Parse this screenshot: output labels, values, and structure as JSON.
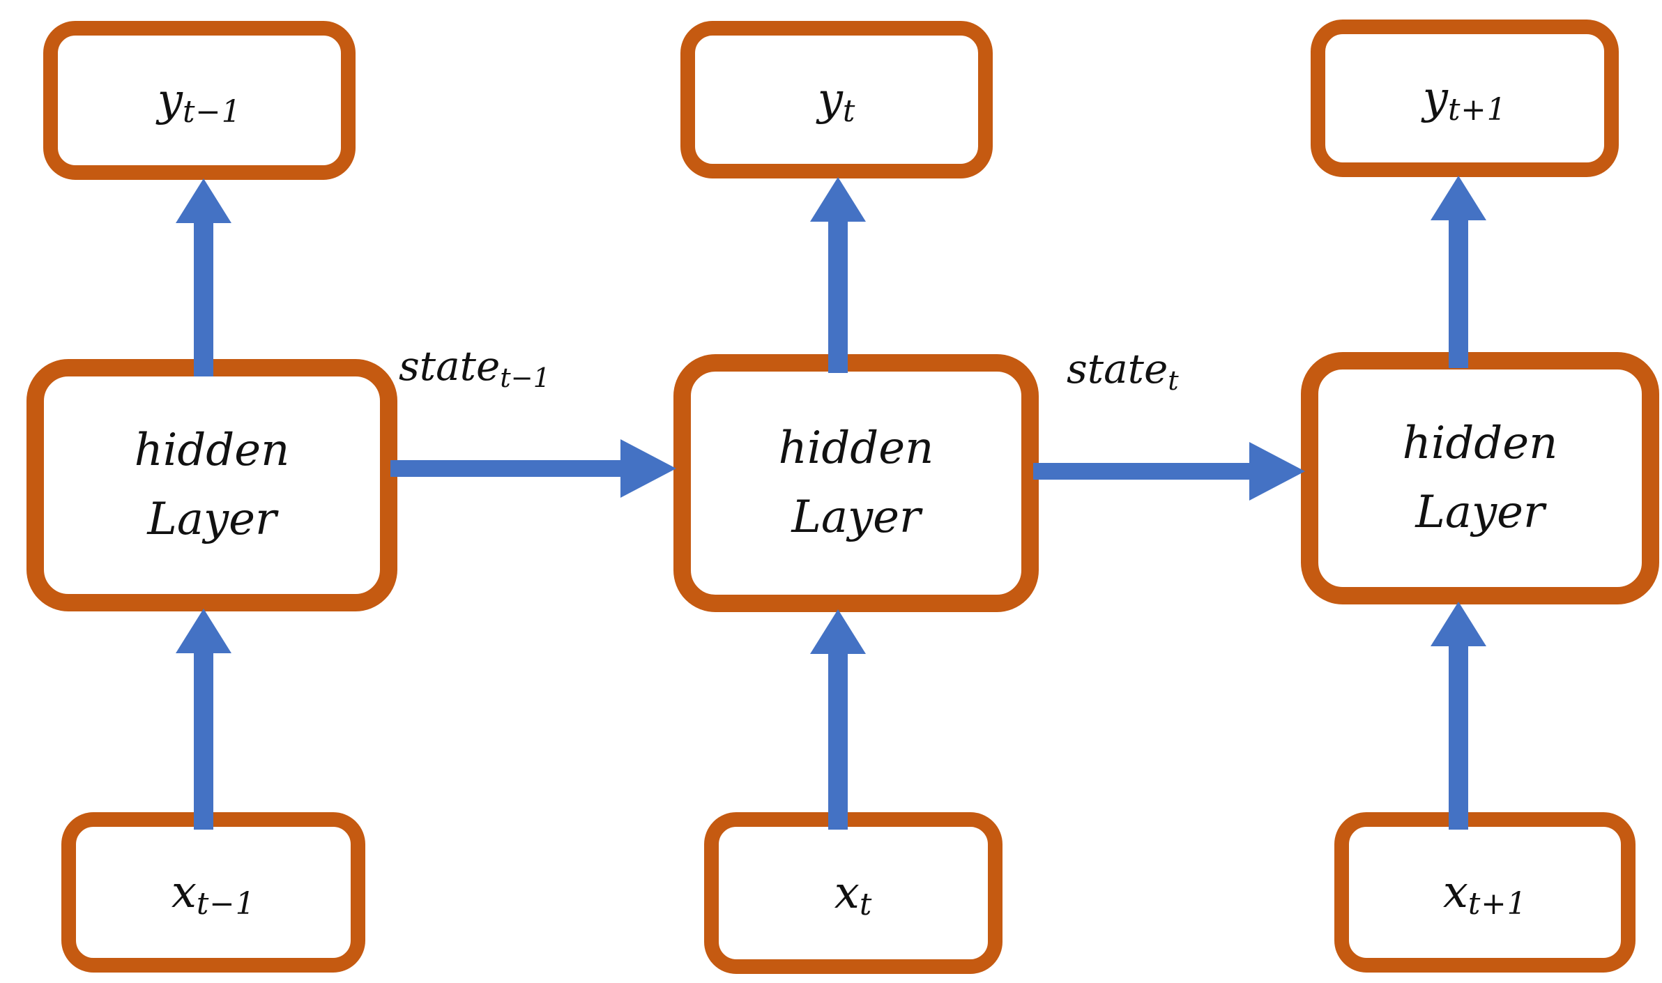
{
  "diagram": {
    "type": "rnn-unrolled-over-time",
    "background": "#ffffff"
  },
  "colors": {
    "box_border": "#C55A11",
    "box_fill": "#ffffff",
    "arrow": "#4472C4",
    "text": "#111111"
  },
  "columns": [
    {
      "time": "t-1",
      "output_base": "y",
      "output_sub": "t−1",
      "hidden_line1": "hidden",
      "hidden_line2": "Layer",
      "input_base": "x",
      "input_sub": "t−1"
    },
    {
      "time": "t",
      "output_base": "y",
      "output_sub": "t",
      "hidden_line1": "hidden",
      "hidden_line2": "Layer",
      "input_base": "x",
      "input_sub": "t"
    },
    {
      "time": "t+1",
      "output_base": "y",
      "output_sub": "t+1",
      "hidden_line1": "hidden",
      "hidden_line2": "Layer",
      "input_base": "x",
      "input_sub": "t+1"
    }
  ],
  "edge_labels": [
    {
      "base": "state",
      "sub": "t−1"
    },
    {
      "base": "state",
      "sub": "t"
    }
  ]
}
